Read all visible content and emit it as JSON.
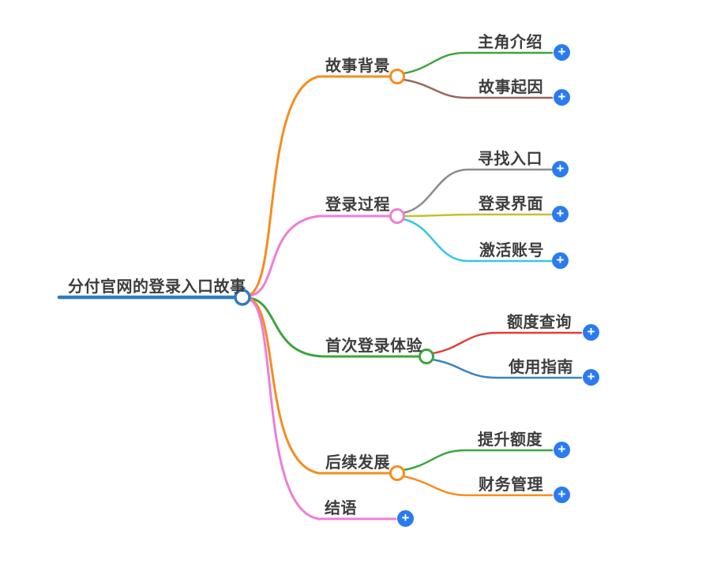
{
  "ui": {
    "add_glyph": "+",
    "background": "#ffffff",
    "text_color": "#3d3d3d",
    "plus_color": "#2b7bf0",
    "node_fill": "#ffffff"
  },
  "root": {
    "label": "分付官网的登录入口故事",
    "color": "#2e7cc2"
  },
  "branches": [
    {
      "label": "故事背景",
      "color": "#f78c1e",
      "children": [
        {
          "label": "主角介绍",
          "color": "#3da53d"
        },
        {
          "label": "故事起因",
          "color": "#97675c"
        }
      ]
    },
    {
      "label": "登录过程",
      "color": "#ee7dd8",
      "children": [
        {
          "label": "寻找入口",
          "color": "#8c8c8c"
        },
        {
          "label": "登录界面",
          "color": "#c5c12c"
        },
        {
          "label": "激活账号",
          "color": "#32c8e8"
        }
      ]
    },
    {
      "label": "首次登录体验",
      "color": "#3da53d",
      "children": [
        {
          "label": "额度查询",
          "color": "#e23d3a"
        },
        {
          "label": "使用指南",
          "color": "#3a82c4"
        }
      ]
    },
    {
      "label": "后续发展",
      "color": "#f78c1e",
      "children": [
        {
          "label": "提升额度",
          "color": "#3da53d"
        },
        {
          "label": "财务管理",
          "color": "#f78c1e"
        }
      ]
    },
    {
      "label": "结语",
      "color": "#ee7dd8",
      "children": []
    }
  ]
}
